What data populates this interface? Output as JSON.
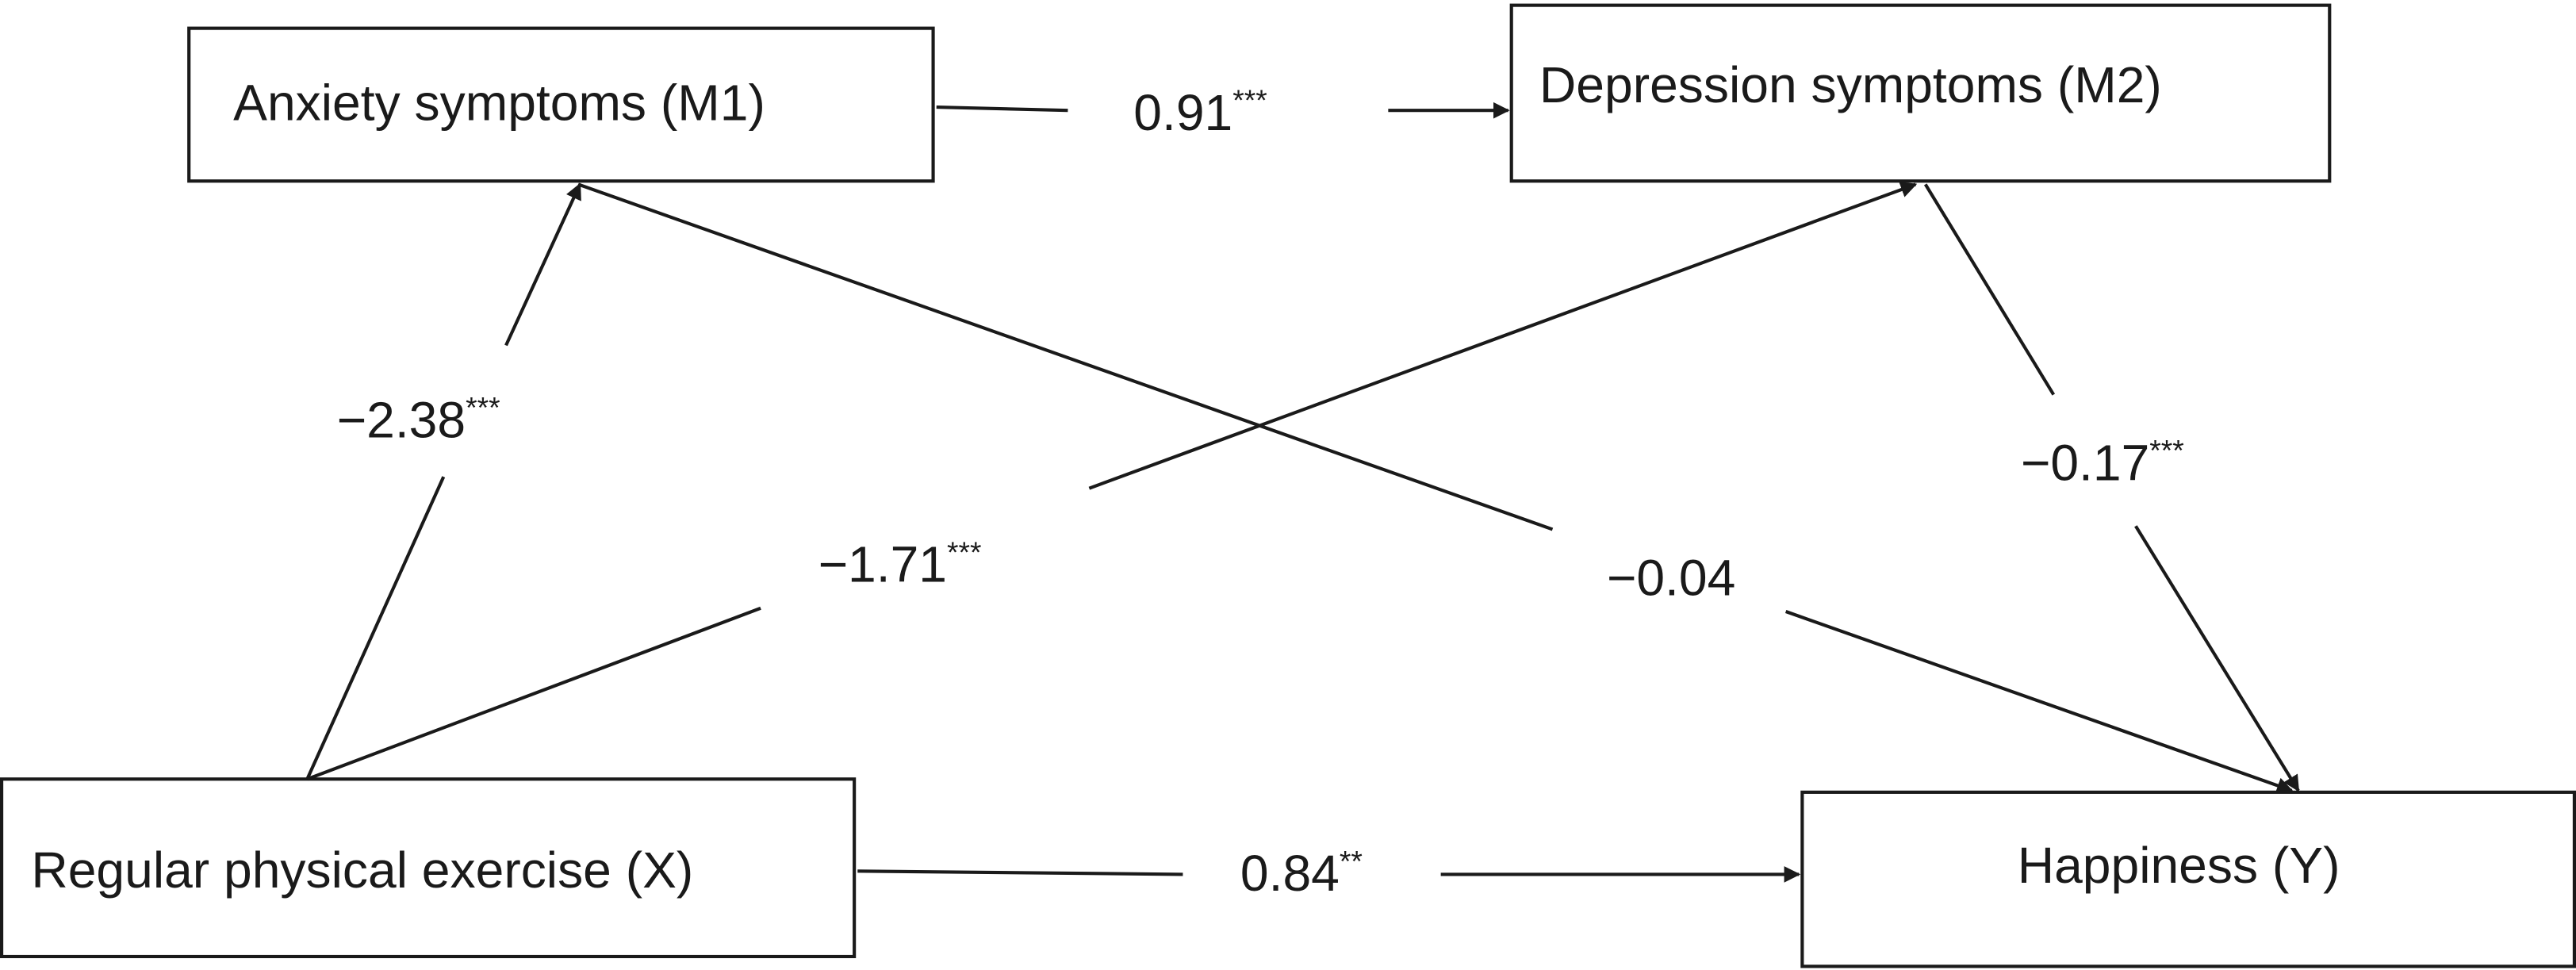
{
  "nodes": {
    "m1": "Anxiety symptoms (M1)",
    "m2": "Depression symptoms (M2)",
    "x": "Regular physical exercise (X)",
    "y": "Happiness (Y)"
  },
  "paths": {
    "m1_m2": {
      "value": "0.91",
      "sig": "***"
    },
    "x_m1": {
      "value": "−2.38",
      "sig": "***"
    },
    "x_m2": {
      "value": "−1.71",
      "sig": "***"
    },
    "m1_y": {
      "value": "−0.04",
      "sig": ""
    },
    "m2_y": {
      "value": "−0.17",
      "sig": "***"
    },
    "x_y": {
      "value": "0.84",
      "sig": "**"
    }
  }
}
